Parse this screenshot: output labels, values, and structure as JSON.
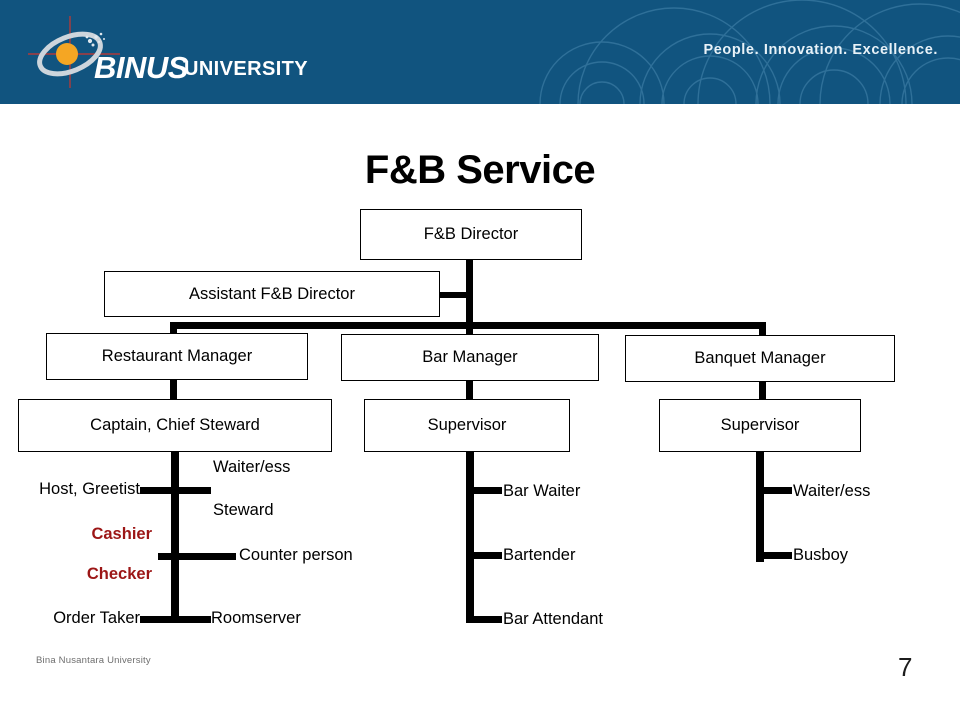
{
  "header": {
    "logo_name": "binus-logo",
    "brand_primary": "BINUS",
    "brand_secondary": "UNIVERSITY",
    "tagline": "People. Innovation. Excellence.",
    "banner_color": "#11547f",
    "accent_color": "#f5a623"
  },
  "slide": {
    "title": "F&B Service",
    "page_number": "7",
    "footer": "Bina Nusantara University"
  },
  "chart_data": {
    "type": "diagram",
    "title": "F&B Service",
    "nodes": [
      {
        "id": "fb-director",
        "label": "F&B Director"
      },
      {
        "id": "asst-fb-director",
        "label": "Assistant F&B Director"
      },
      {
        "id": "restaurant-manager",
        "label": "Restaurant Manager"
      },
      {
        "id": "bar-manager",
        "label": "Bar Manager"
      },
      {
        "id": "banquet-manager",
        "label": "Banquet Manager"
      },
      {
        "id": "captain-chief-steward",
        "label": "Captain, Chief Steward"
      },
      {
        "id": "bar-supervisor",
        "label": "Supervisor"
      },
      {
        "id": "banquet-supervisor",
        "label": "Supervisor"
      }
    ],
    "edges": [
      {
        "from": "fb-director",
        "to": "asst-fb-director"
      },
      {
        "from": "fb-director",
        "to": "restaurant-manager"
      },
      {
        "from": "fb-director",
        "to": "bar-manager"
      },
      {
        "from": "fb-director",
        "to": "banquet-manager"
      },
      {
        "from": "restaurant-manager",
        "to": "captain-chief-steward"
      },
      {
        "from": "bar-manager",
        "to": "bar-supervisor"
      },
      {
        "from": "banquet-manager",
        "to": "banquet-supervisor"
      }
    ],
    "branches": [
      {
        "parent": "captain-chief-steward",
        "left_labels": [
          "Host, Greetist",
          "Cashier",
          "Checker",
          "Order Taker"
        ],
        "right_labels": [
          "Waiter/ess",
          "Steward",
          "Counter person",
          "Roomserver"
        ],
        "highlight_color": "#9c1616",
        "highlighted": [
          "Cashier",
          "Checker"
        ]
      },
      {
        "parent": "bar-supervisor",
        "right_labels": [
          "Bar Waiter",
          "Bartender",
          "Bar Attendant"
        ]
      },
      {
        "parent": "banquet-supervisor",
        "right_labels": [
          "Waiter/ess",
          "Busboy"
        ]
      }
    ]
  },
  "boxes": {
    "fb_director": "F&B Director",
    "asst_fb_director": "Assistant F&B Director",
    "restaurant_manager": "Restaurant Manager",
    "bar_manager": "Bar Manager",
    "banquet_manager": "Banquet Manager",
    "captain_chief_steward": "Captain, Chief Steward",
    "bar_supervisor": "Supervisor",
    "banquet_supervisor": "Supervisor"
  },
  "restaurant_branch": {
    "host_greetist": "Host, Greetist",
    "cashier": "Cashier",
    "checker": "Checker",
    "order_taker": "Order Taker",
    "waiteress": "Waiter/ess",
    "steward": "Steward",
    "counter_person": "Counter person",
    "roomserver": "Roomserver"
  },
  "bar_branch": {
    "bar_waiter": "Bar Waiter",
    "bartender": "Bartender",
    "bar_attendant": "Bar Attendant"
  },
  "banquet_branch": {
    "waiteress": "Waiter/ess",
    "busboy": "Busboy"
  }
}
